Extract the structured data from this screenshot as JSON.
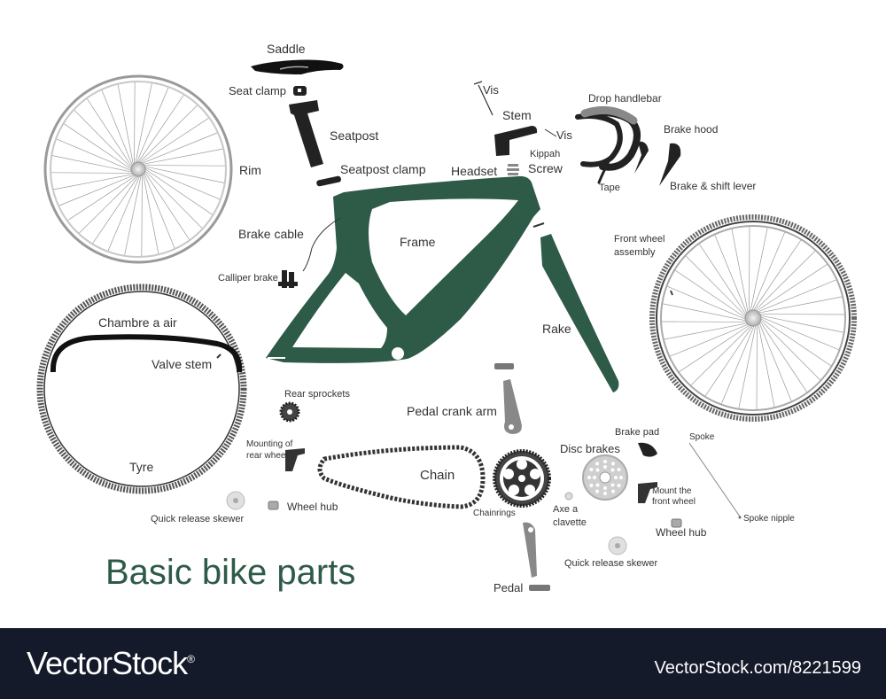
{
  "title": "Basic bike parts",
  "colors": {
    "frame": "#2e5a48",
    "parts": "#555555",
    "footer": "#151a2a",
    "title": "#2e5a48"
  },
  "labels": {
    "saddle": "Saddle",
    "seat_clamp": "Seat clamp",
    "seatpost": "Seatpost",
    "seatpost_clamp": "Seatpost clamp",
    "rim": "Rim",
    "brake_cable": "Brake cable",
    "calliper_brake": "Calliper brake",
    "frame": "Frame",
    "headset": "Headset",
    "kippah": "Kippah",
    "screw": "Screw",
    "vis_top": "Vis",
    "stem": "Stem",
    "vis_right": "Vis",
    "drop_handlebar": "Drop handlebar",
    "brake_hood": "Brake hood",
    "tape": "Tape",
    "brake_shift_lever": "Brake & shift lever",
    "front_wheel_assembly_1": "Front wheel",
    "front_wheel_assembly_2": "assembly",
    "rake": "Rake",
    "chambre_a_air": "Chambre a air",
    "valve_stem": "Valve stem",
    "tyre": "Tyre",
    "rear_sprockets": "Rear sprockets",
    "mounting_rear_wheel_1": "Mounting of",
    "mounting_rear_wheel_2": "rear wheel",
    "pedal_crank_arm": "Pedal crank arm",
    "chain": "Chain",
    "chainrings": "Chainrings",
    "disc_brakes": "Disc brakes",
    "brake_pad": "Brake pad",
    "spoke": "Spoke",
    "mount_front_wheel_1": "Mount the",
    "mount_front_wheel_2": "front wheel",
    "spoke_nipple": "Spoke nipple",
    "axe_a_clavette_1": "Axe a",
    "axe_a_clavette_2": "clavette",
    "wheel_hub_left": "Wheel hub",
    "wheel_hub_right": "Wheel hub",
    "quick_release_left": "Quick release skewer",
    "quick_release_right": "Quick release skewer",
    "pedal": "Pedal"
  },
  "footer": {
    "brand": "VectorStock",
    "brand_mark": "®",
    "ref": "VectorStock.com/8221599"
  }
}
